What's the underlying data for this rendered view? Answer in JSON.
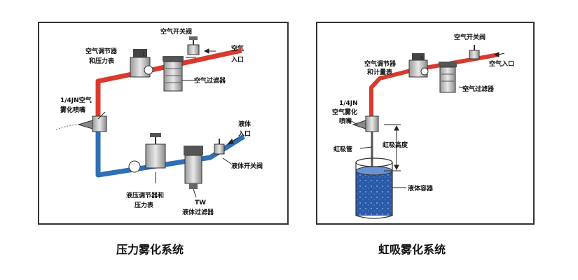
{
  "colors": {
    "air_pipe": "#d83a2e",
    "liquid_pipe": "#2f6fb5",
    "liquid_fill": "#2a5aa8",
    "frame": "#333333",
    "metal": "#8a8a8a"
  },
  "pressure_system": {
    "caption": "压力雾化系统",
    "labels": {
      "air_valve": "空气开关阀",
      "air_inlet_1": "空气",
      "air_inlet_2": "入口",
      "air_regulator_1": "空气调节器",
      "air_regulator_2": "和压力表",
      "air_filter": "空气过滤器",
      "nozzle_1": "1/4JN空气",
      "nozzle_2": "雾化喷嘴",
      "liquid_inlet_1": "液体",
      "liquid_inlet_2": "入口",
      "liquid_valve": "液体开关阀",
      "liquid_regulator_1": "液压调节器和",
      "liquid_regulator_2": "压力表",
      "tw_filter_1": "TW",
      "tw_filter_2": "液体过滤器"
    }
  },
  "siphon_system": {
    "caption": "虹吸雾化系统",
    "labels": {
      "air_valve": "空气开关阀",
      "air_inlet": "空气入口",
      "air_regulator_1": "空气调节器",
      "air_regulator_2": "和计量表",
      "air_filter": "空气过滤器",
      "nozzle_1": "1/4JN",
      "nozzle_2": "空气雾化",
      "nozzle_3": "喷嘴",
      "siphon_tube": "虹吸管",
      "siphon_height": "虹吸高度",
      "liquid_container": "液体容器"
    }
  }
}
